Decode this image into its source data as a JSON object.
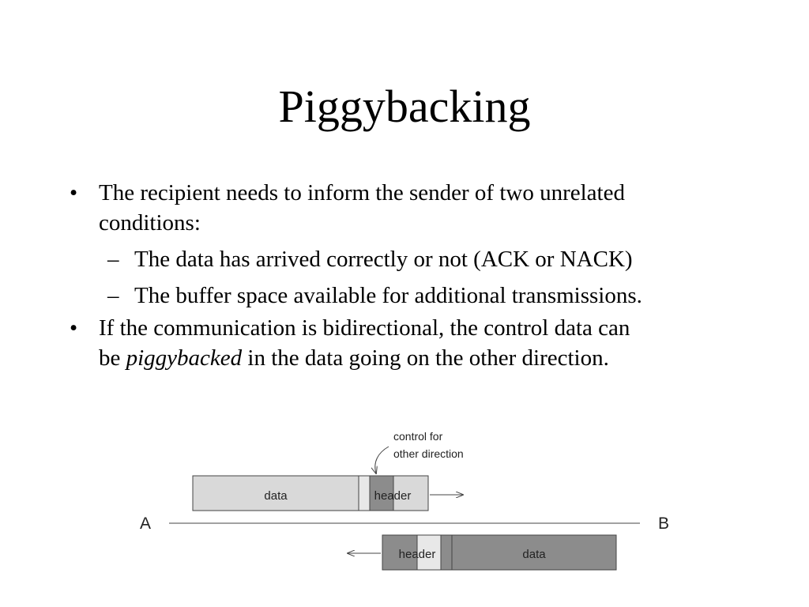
{
  "slide": {
    "title": "Piggybacking",
    "bullets": {
      "b1_line1": "The recipient needs to inform the sender of two unrelated",
      "b1_line2": "conditions:",
      "sub1": "The data has arrived correctly or not (ACK or NACK)",
      "sub2": "The buffer space available for additional transmissions.",
      "b2_line1": "If the communication is bidirectional, the control data can",
      "b2_line2_pre": "be ",
      "b2_line2_em": "piggybacked",
      "b2_line2_post": " in the data going on the other direction."
    },
    "markers": {
      "bullet": "•",
      "dash": "–"
    }
  },
  "diagram": {
    "annotation_line1": "control for",
    "annotation_line2": "other direction",
    "endpoint_a": "A",
    "endpoint_b": "B",
    "top_frame": {
      "data_label": "data",
      "header_label": "header"
    },
    "bottom_frame": {
      "header_label": "header",
      "data_label": "data"
    },
    "colors": {
      "light_fill": "#d9d9d9",
      "dark_fill": "#8c8c8c",
      "lighter_fill": "#e8e8e8",
      "stroke": "#444444"
    }
  }
}
